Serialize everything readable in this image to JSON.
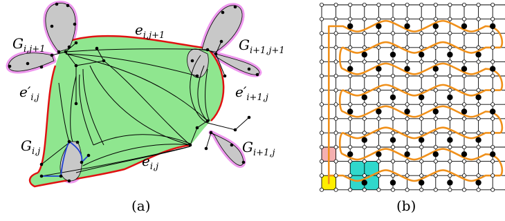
{
  "figure_a": {
    "caption": "(a)",
    "labels": {
      "g_top_left": {
        "base": "G",
        "sub": "i,j+1"
      },
      "g_top_right": {
        "base": "G",
        "sub": "i+1,j+1"
      },
      "g_bottom_left": {
        "base": "G",
        "sub": "i,j"
      },
      "g_bottom_right": {
        "base": "G",
        "sub": "i+1,j"
      },
      "e_top": {
        "base": "e",
        "sub": "i,j+1"
      },
      "e_left": {
        "base": "e′",
        "sub": "i,j"
      },
      "e_right": {
        "base": "e′",
        "sub": "i+1,j"
      },
      "e_bottom": {
        "base": "e",
        "sub": "i,j"
      }
    },
    "colors": {
      "region_fill": "#8fe68f",
      "boundary": "#e01010",
      "gadget_fill": "#c8c8c8",
      "gadget_halo": "#ee99ee",
      "highlight_edges": "#1f3fd0"
    }
  },
  "figure_b": {
    "caption": "(b)",
    "grid": {
      "rows": 13,
      "cols": 13
    },
    "colors": {
      "curve": "#f0901a",
      "yellow_cell": "#ffee00",
      "pink_cell": "#f4b0b0",
      "cyan_cells": "#30d8cc"
    }
  }
}
